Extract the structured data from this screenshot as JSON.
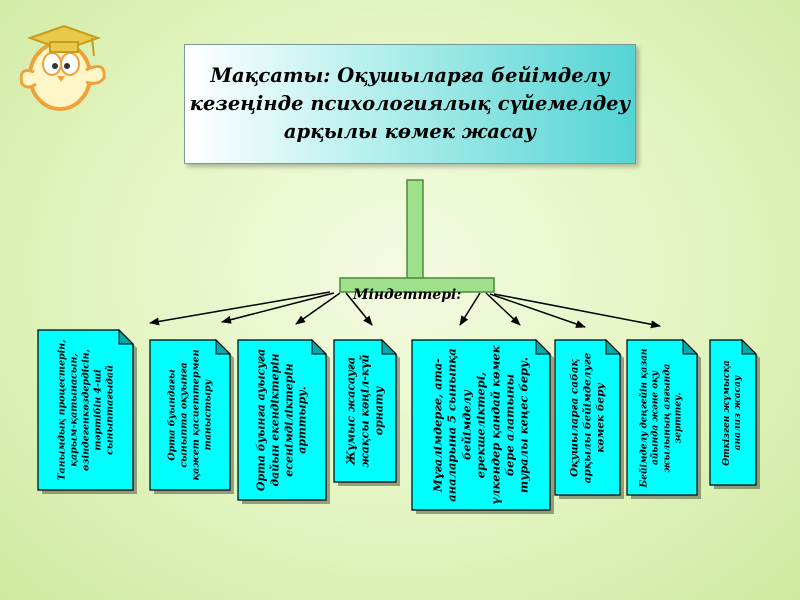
{
  "goal": {
    "text": "Мақсаты: Оқушыларға бейімделу\nкезеңінде психологиялық сүйемелдеу\nарқылы көмек жасау"
  },
  "tasks_label": "Міндеттері:",
  "tasks": [
    {
      "text": "Танымдық процестерін, қарым-қатынасын, өзіндегенкөздердісін, тәртібін 4-ші сыныптағыдай"
    },
    {
      "text": "Орта буындағы сыныпта оқуынға қажет қасиеттермен таныстыру"
    },
    {
      "text": "Орта буынға ауысуға дайын екендіктерін есенімділіктерін арттыру."
    },
    {
      "text": "Жұмыс жасауға жақсы көңіл-күй орнату"
    },
    {
      "text": "Мұғалімдерге, ата-аналарына 5 сыныпқа бейімделу ерекшеліктері, үлкендер қандай көмек бере алатыны туралы кеңес беру."
    },
    {
      "text": "Оқушыларға сабақ арқылы бейімделуге көмек беру"
    },
    {
      "text": "Бейімделу деңгейін қазан айында және оқу жылының аяғында зерттеу."
    },
    {
      "text": "Өткізген жұмысқа анализ жасау"
    }
  ],
  "colors": {
    "card_fill": "#00ffff",
    "card_border": "#000000",
    "connector": "#9fe08c",
    "arrow": "#000000"
  },
  "icons": {
    "mascot": "graduate-owl-icon"
  }
}
